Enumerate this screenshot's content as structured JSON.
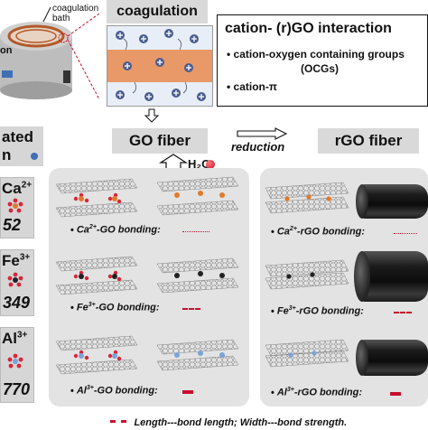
{
  "setup": {
    "bath_label": "coagulation bath",
    "cut_label": "on"
  },
  "coagulation": {
    "title": "coagulation"
  },
  "interaction": {
    "title": "cation- (r)GO interaction",
    "items": [
      "cation-oxygen containing groups",
      "(OCGs)",
      "cation-π"
    ]
  },
  "sidebar": {
    "title_line1": "ated",
    "title_line2": "n"
  },
  "go_fiber": {
    "title": "GO fiber"
  },
  "reduction": {
    "label": "reduction"
  },
  "rgo_fiber": {
    "title": "rGO fiber"
  },
  "water": {
    "label": "H₂O"
  },
  "ions": [
    {
      "symbol": "Ca",
      "charge": "2+",
      "number": "52"
    },
    {
      "symbol": "Fe",
      "charge": "3+",
      "number": "349"
    },
    {
      "symbol": "Al",
      "charge": "3+",
      "number": "770"
    }
  ],
  "go_bonding": [
    {
      "ion": "Ca",
      "charge": "2+",
      "text": "-GO bonding:"
    },
    {
      "ion": "Fe",
      "charge": "3+",
      "text": "-GO bonding:"
    },
    {
      "ion": "Al",
      "charge": "3+",
      "text": "-GO bonding:"
    }
  ],
  "rgo_bonding": [
    {
      "ion": "Ca",
      "charge": "2+",
      "text": "-rGO bonding:"
    },
    {
      "ion": "Fe",
      "charge": "3+",
      "text": "-rGO bonding:"
    },
    {
      "ion": "Al",
      "charge": "3+",
      "text": "-rGO bonding:"
    }
  ],
  "legend": {
    "text": "Length---bond length;  Width---bond strength."
  },
  "colors": {
    "bond": "#c8102e",
    "panel": "#e3e3e3",
    "header": "#d9d9d9"
  }
}
